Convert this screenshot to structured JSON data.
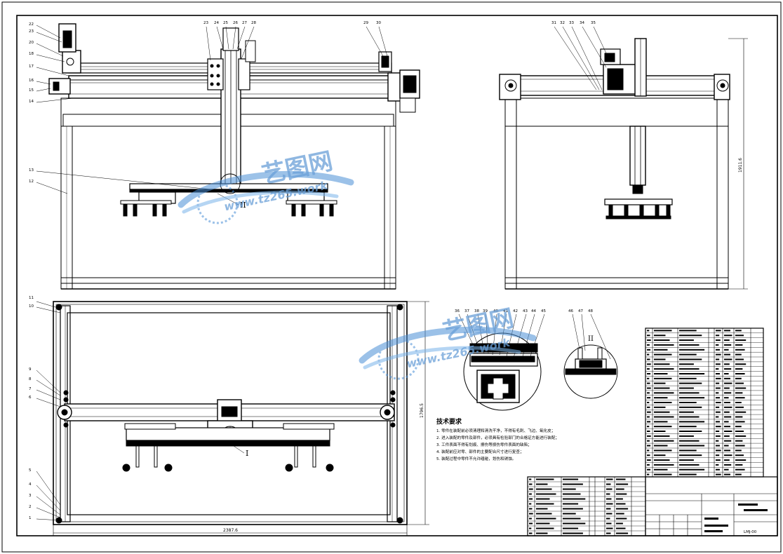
{
  "callouts": {
    "top_left": [
      "22",
      "23",
      "20",
      "18",
      "17",
      "16",
      "15",
      "14",
      "13",
      "12"
    ],
    "top_top": [
      "23",
      "24",
      "25",
      "26",
      "27",
      "28",
      "29",
      "30"
    ],
    "side_top": [
      "31",
      "32",
      "33",
      "34",
      "35"
    ],
    "plan_left": [
      "11",
      "10",
      "9",
      "8",
      "7",
      "6",
      "5",
      "4",
      "3",
      "2",
      "1"
    ],
    "detail_top": [
      "36",
      "37",
      "38",
      "39",
      "40",
      "41",
      "42",
      "43",
      "44",
      "45",
      "46",
      "47",
      "48"
    ]
  },
  "detail_labels": {
    "detail_1": "I",
    "detail_2": "II"
  },
  "dimensions": {
    "width": "2387.6",
    "height_plan": "1796.5",
    "height_side": "1911.6"
  },
  "tech": {
    "title": "技术要求",
    "items": [
      "1. 零件在装配前必须清理和清洗干净，不得有毛刺、飞边、氧化皮；",
      "2. 进入装配的零件及部件，必须具有检验部门的合格证方能进行装配；",
      "3. 工件表面不得有划痕、擦伤等损伤零件表面的缺陷；",
      "4. 装配前应对零、部件的主要配合尺寸进行复查；",
      "5. 装配过程中零件不允许磕碰，划伤和锈蚀。"
    ]
  },
  "watermark": {
    "brand": "艺图网",
    "url": "www.tz265.work"
  },
  "title_block": {
    "drawing_no": "LMJ-00"
  },
  "colors": {
    "ink": "#000000",
    "watermark": "#4a8fd6"
  }
}
